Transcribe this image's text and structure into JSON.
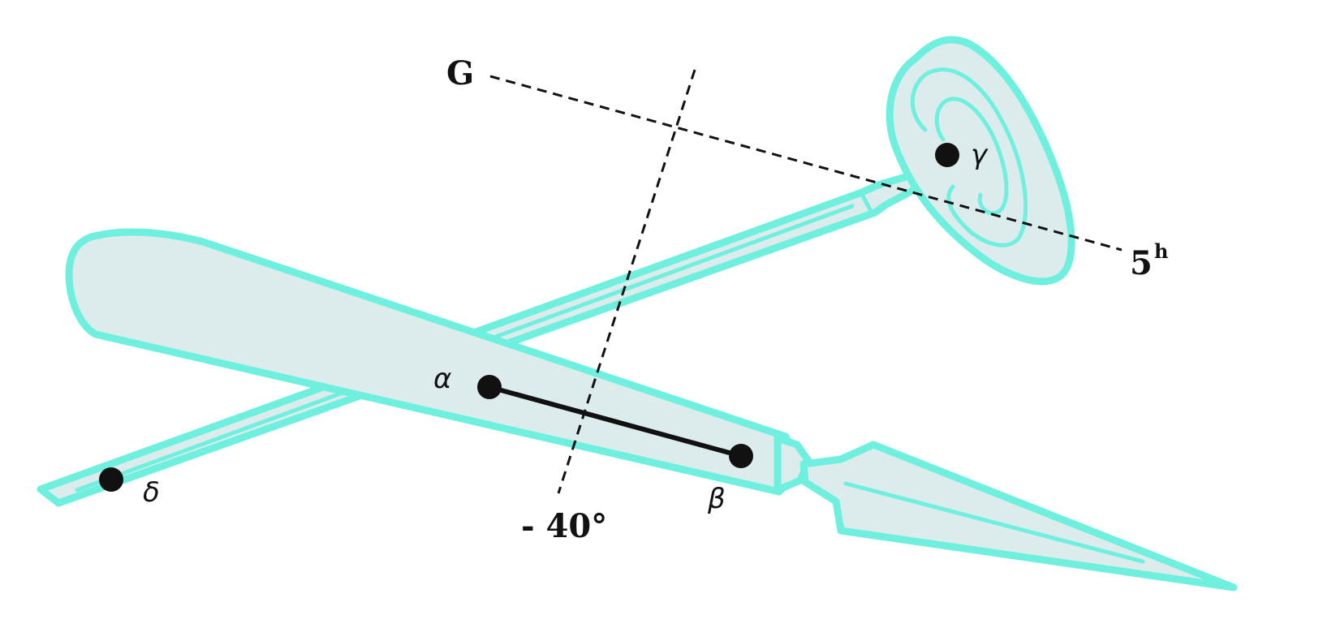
{
  "labels": {
    "axis_g": "G",
    "hour_main": "5",
    "hour_sup": "h",
    "angle": "- 40°",
    "point_alpha": "α",
    "point_beta": "β",
    "point_gamma": "γ",
    "point_delta": "δ"
  },
  "colors": {
    "outline": "#6ff0de",
    "fill": "#dcecec",
    "ink": "#111111"
  }
}
